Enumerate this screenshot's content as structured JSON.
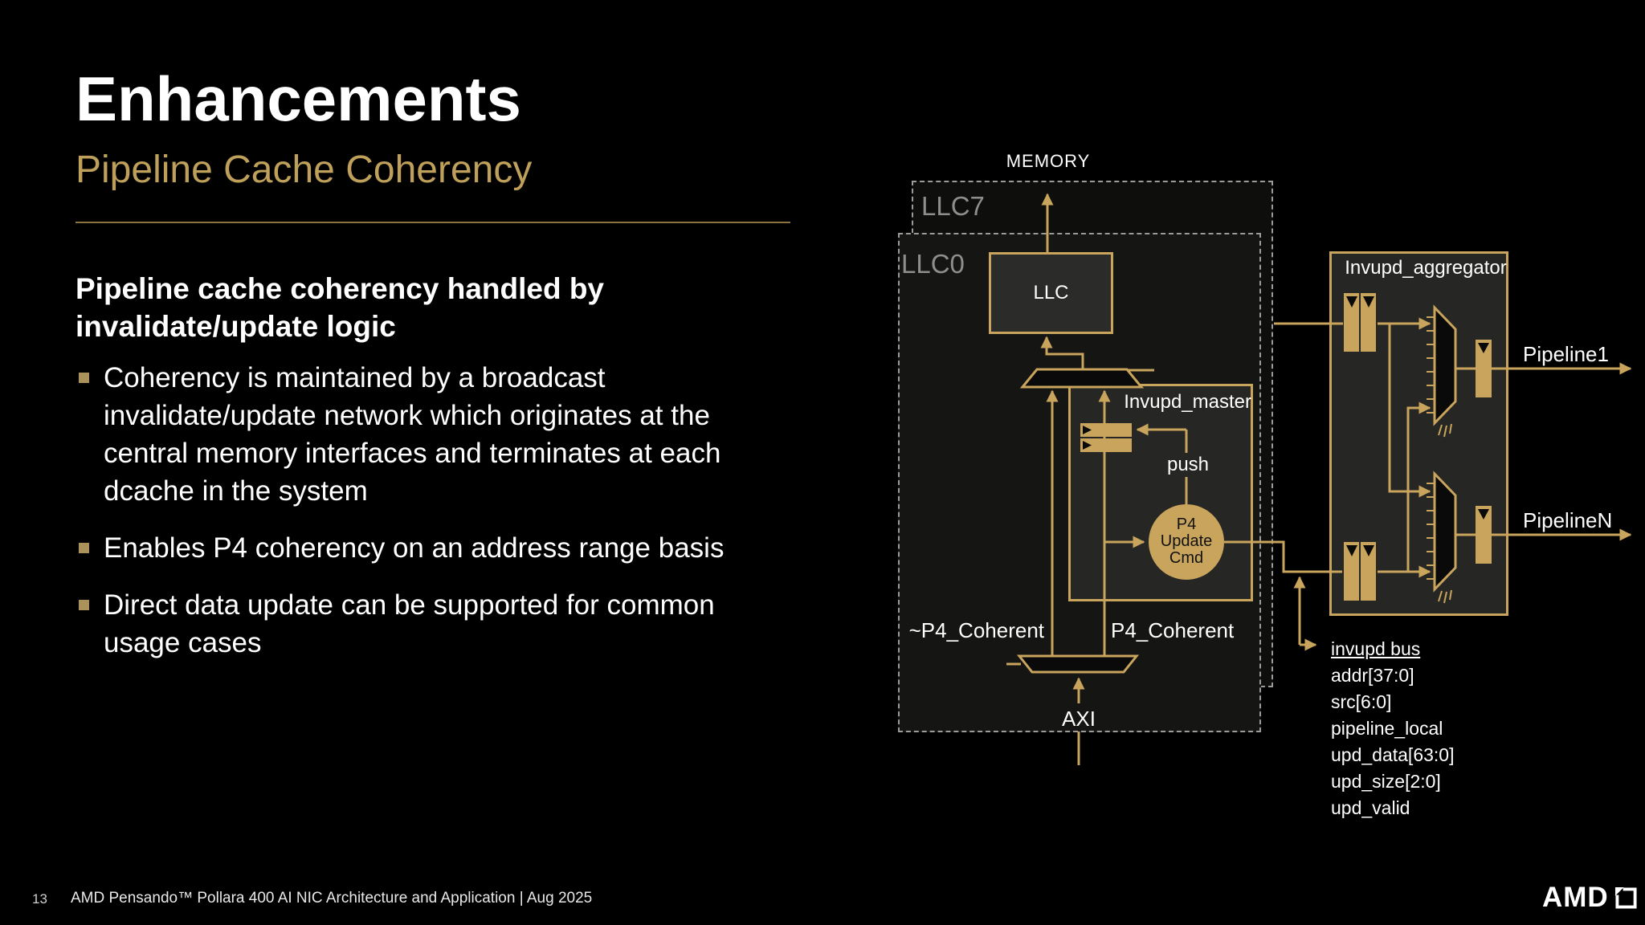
{
  "slide": {
    "title": "Enhancements",
    "subtitle": "Pipeline Cache Coherency",
    "heading": "Pipeline cache coherency handled by\ninvalidate/update logic",
    "bullets": [
      "Coherency is maintained by a broadcast\ninvalidate/update network which originates at the\ncentral memory interfaces and terminates at each\ndcache in the system",
      "Enables P4 coherency on an address range basis",
      "Direct data update can be supported for common\nusage cases"
    ]
  },
  "diagram": {
    "memory": "MEMORY",
    "llc7": "LLC7",
    "llc0": "LLC0",
    "llc": "LLC",
    "invupd_master": "Invupd_master",
    "push": "push",
    "p4_cmd": "P4\nUpdate\nCmd",
    "not_p4_coherent": "~P4_Coherent",
    "p4_coherent": "P4_Coherent",
    "axi": "AXI",
    "invupd_aggregator": "Invupd_aggregator",
    "pipeline1": "Pipeline1",
    "pipelinen": "PipelineN",
    "invupd_bus": {
      "title": "invupd bus",
      "signals": [
        "addr[37:0]",
        "src[6:0]",
        "pipeline_local",
        "upd_data[63:0]",
        "upd_size[2:0]",
        "upd_valid"
      ]
    }
  },
  "footer": {
    "page_number": "13",
    "text": "AMD Pensando™ Pollara 400 AI NIC Architecture and Application  |  Aug 2025",
    "logo_text": "AMD"
  },
  "colors": {
    "gold": "#C8A45C",
    "subtitle_gold": "#BEA05A",
    "gray_label": "#8E8E8E",
    "background": "#000000"
  }
}
